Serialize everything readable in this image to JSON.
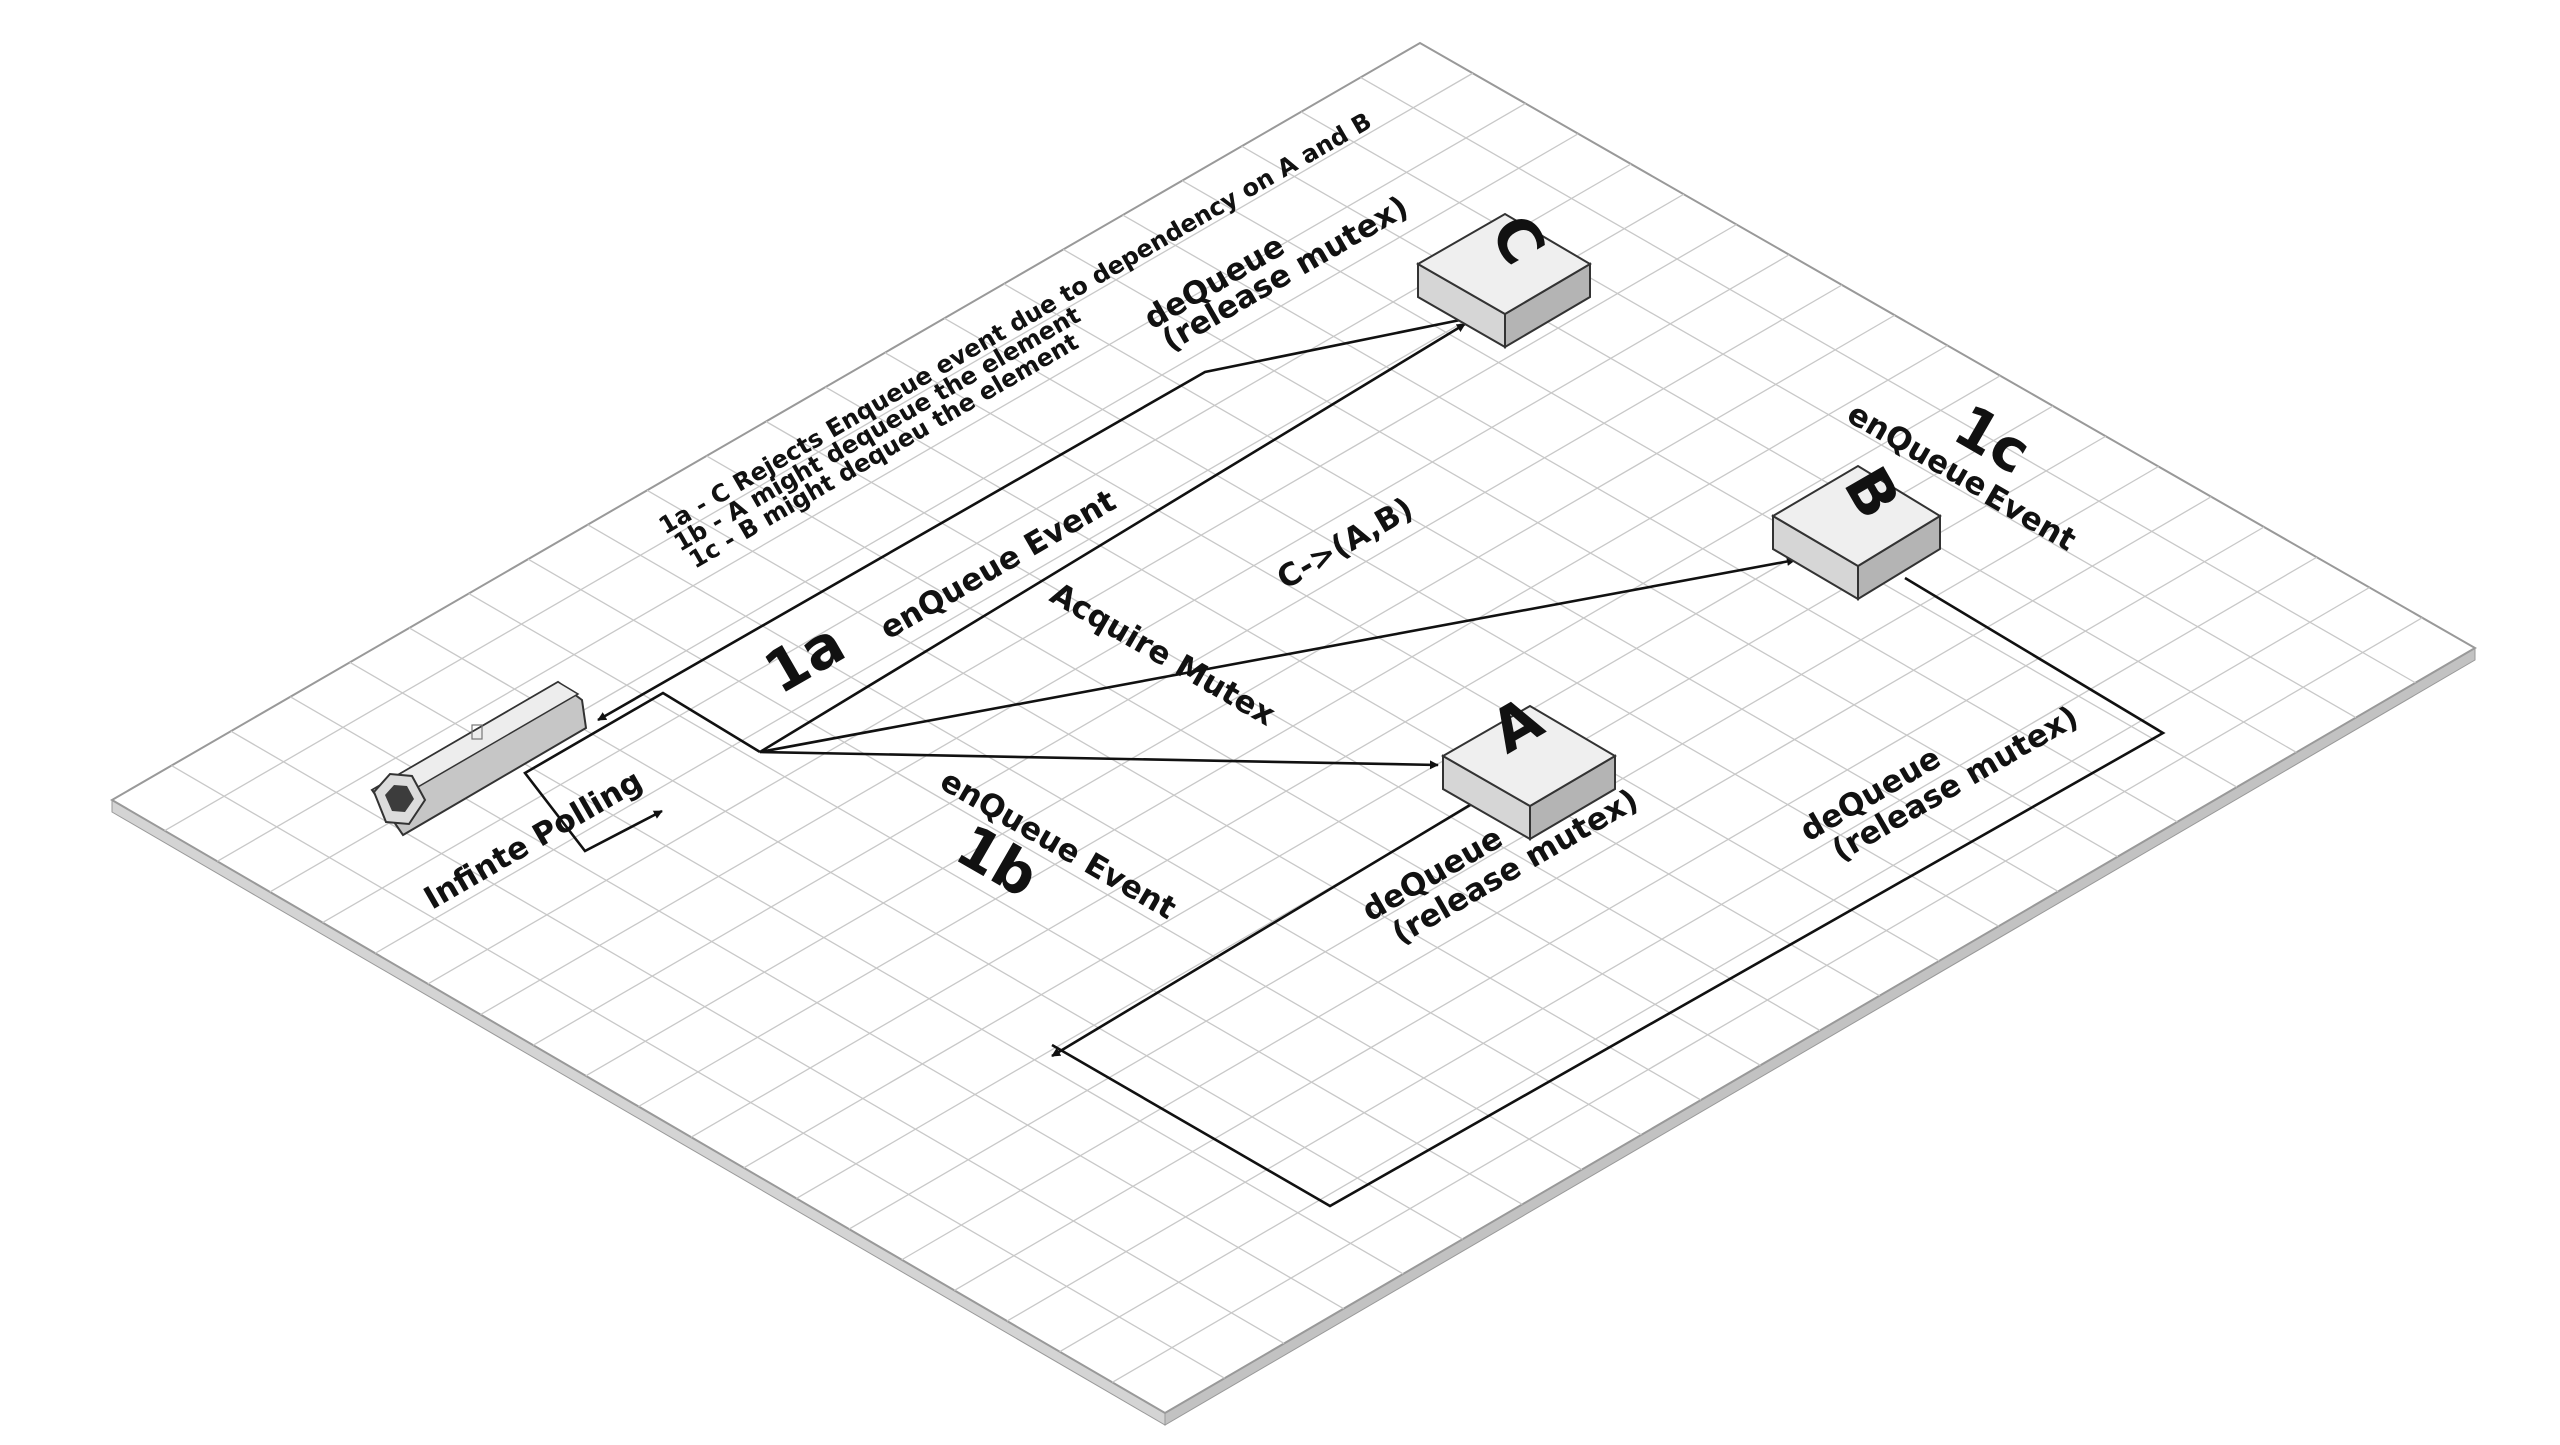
{
  "diagram": {
    "nodes": [
      {
        "id": "C",
        "label": "C"
      },
      {
        "id": "B",
        "label": "B"
      },
      {
        "id": "A",
        "label": "A"
      },
      {
        "id": "poller",
        "label": "Infinte Polling",
        "icon": "hexagonal-prism-icon"
      }
    ],
    "notes": [
      "1a - C Rejects Enqueue event due to dependency on A and B",
      "1b - A might dequeue the element",
      "1c - B might dequeu the element"
    ],
    "step_labels": {
      "s1a": "1a",
      "s1b": "1b",
      "s1c": "1c"
    },
    "labels": {
      "enqueue_1a": "enQueue Event",
      "enqueue_1b": "enQueue Event",
      "enqueue_1c_line1": "enQueue",
      "enqueue_1c_line2": "Event",
      "dequeue_c_line1": "deQueue",
      "dequeue_c_line2": "(release mutex)",
      "dequeue_a_line1": "deQueue",
      "dequeue_a_line2": "(release mutex)",
      "dequeue_b_line1": "deQueue",
      "dequeue_b_line2": "(release mutex)",
      "acquire_mutex": "Acquire Mutex",
      "dependency": "C->(A,B)",
      "polling": "Infinte Polling"
    },
    "colors": {
      "box_top": "#efefef",
      "box_left": "#d6d6d6",
      "box_right": "#b4b4b4",
      "grid": "#c8c8c8",
      "platform_edge": "#d4d4d4"
    }
  }
}
